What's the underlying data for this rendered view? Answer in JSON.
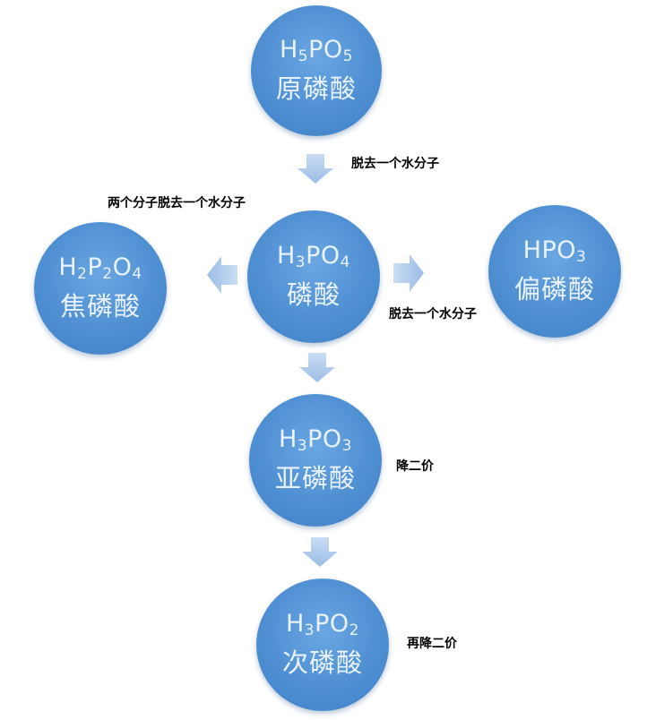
{
  "nodes": {
    "orthoperiodic": {
      "formula": [
        "H",
        "5",
        "PO",
        "5"
      ],
      "name": "原磷酸"
    },
    "phosphoric": {
      "formula": [
        "H",
        "3",
        "PO",
        "4"
      ],
      "name": "磷酸"
    },
    "pyrophosphoric": {
      "formula": [
        "H",
        "2",
        "P",
        "2",
        "O",
        "4"
      ],
      "name": "焦磷酸"
    },
    "metaphosphoric": {
      "formula": [
        "HPO",
        "3"
      ],
      "name": "偏磷酸"
    },
    "phosphorous": {
      "formula": [
        "H",
        "3",
        "PO",
        "3"
      ],
      "name": "亚磷酸"
    },
    "hypophosphorous": {
      "formula": [
        "H",
        "3",
        "PO",
        "2"
      ],
      "name": "次磷酸"
    }
  },
  "labels": {
    "top": "脱去一个水分子",
    "left": "两个分子脱去一个水分子",
    "right": "脱去一个水分子",
    "down1": "降二价",
    "down2": "再降二价"
  },
  "colors": {
    "node": "#4f8fd2",
    "arrow": "#a9c7ea",
    "text": "#e9f2ff"
  }
}
